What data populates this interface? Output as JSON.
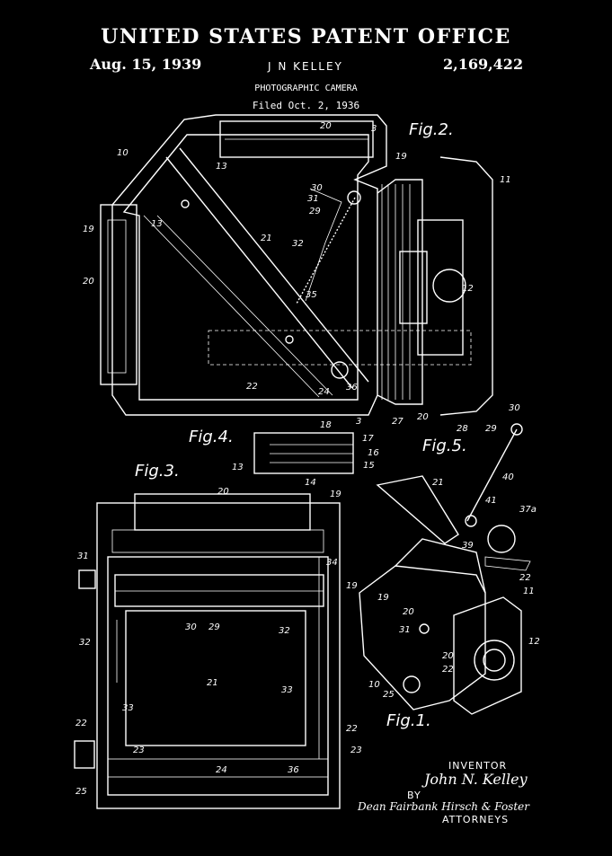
{
  "header": {
    "title": "UNITED STATES PATENT OFFICE",
    "date": "Aug. 15, 1939",
    "inventor": "J N KELLEY",
    "patent_number": "2,169,422",
    "subtitle": "PHOTOGRAPHIC CAMERA",
    "filed": "Filed Oct. 2, 1936"
  },
  "figures": {
    "fig1": "Fig.1.",
    "fig2": "Fig.2.",
    "fig3": "Fig.3.",
    "fig4": "Fig.4.",
    "fig5": "Fig.5."
  },
  "reference_numerals": {
    "fig2": [
      "10",
      "19",
      "13",
      "20",
      "3",
      "19",
      "20",
      "13",
      "30",
      "31",
      "29",
      "11",
      "21",
      "32",
      "12",
      "35",
      "22",
      "24",
      "36",
      "20",
      "28",
      "27",
      "3"
    ],
    "fig4": [
      "18",
      "17",
      "16",
      "15",
      "13",
      "14"
    ],
    "fig5": [
      "30",
      "29",
      "21",
      "40",
      "41",
      "37a",
      "39",
      "22"
    ],
    "fig3": [
      "20",
      "19",
      "31",
      "34",
      "30",
      "29",
      "32",
      "32",
      "21",
      "33",
      "33",
      "22",
      "22",
      "23",
      "23",
      "24",
      "36",
      "25"
    ],
    "fig1": [
      "11",
      "19",
      "19",
      "20",
      "31",
      "20",
      "22",
      "12",
      "10",
      "25"
    ]
  },
  "signature": {
    "inventor_label": "INVENTOR",
    "inventor_signature": "John N. Kelley",
    "by_label": "BY",
    "attorneys_signature": "Dean Fairbank Hirsch & Foster",
    "attorneys_label": "ATTORNEYS"
  },
  "colors": {
    "background": "#000000",
    "ink": "#ffffff"
  }
}
